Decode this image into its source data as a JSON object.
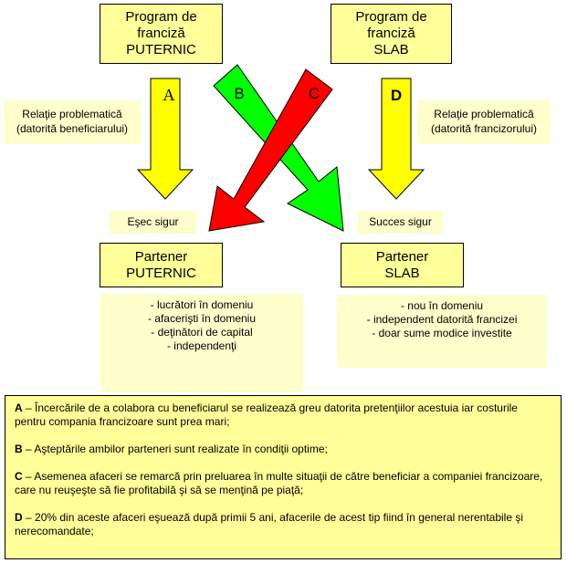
{
  "top_left": {
    "line1": "Program de",
    "line2": "franciză",
    "line3": "PUTERNIC"
  },
  "top_right": {
    "line1": "Program de",
    "line2": "franciză",
    "line3": "SLAB"
  },
  "left_note": {
    "line1": "Relaţie problematică",
    "line2": "(datorită beneficiarului)"
  },
  "right_note": {
    "line1": "Relaţie problematică",
    "line2": "(datorită francizorului)"
  },
  "arrows": {
    "a": "A",
    "b": "B",
    "c": "C",
    "d": "D",
    "yellow": "#ffff00",
    "green": "#00ff00",
    "red": "#ff0000"
  },
  "outcome_left": "Eşec sigur",
  "outcome_right": "Succes sigur",
  "partner_left": {
    "line1": "Partener",
    "line2": "PUTERNIC"
  },
  "partner_right": {
    "line1": "Partener",
    "line2": "SLAB"
  },
  "list_left": [
    "- lucrători în domeniu",
    "- afacerişti în domeniu",
    "- deţinători de capital",
    "- independenţi"
  ],
  "list_right": [
    "- nou în domeniu",
    "- independent datorită francizei",
    "- doar sume modice investite"
  ],
  "legend": [
    {
      "key": "A",
      "text": " – Încercările de a colabora cu beneficiarul se realizează greu datorita pretenţiilor acestuia iar costurile pentru compania francizoare sunt prea mari;"
    },
    {
      "key": "B",
      "text": " – Aşteptările ambilor parteneri sunt realizate în condiţii optime;"
    },
    {
      "key": "C",
      "text": " – Asemenea afaceri se remarcă prin preluarea în multe situaţii de către beneficiar a companiei francizoare, care nu reuşeşte să fie profitabilă şi să se menţină pe piaţă;"
    },
    {
      "key": "D",
      "text": " – 20% din aceste afaceri eşuează după primii 5 ani, afacerile de acest tip fiind în general nerentabile şi nerecomandate;"
    }
  ]
}
